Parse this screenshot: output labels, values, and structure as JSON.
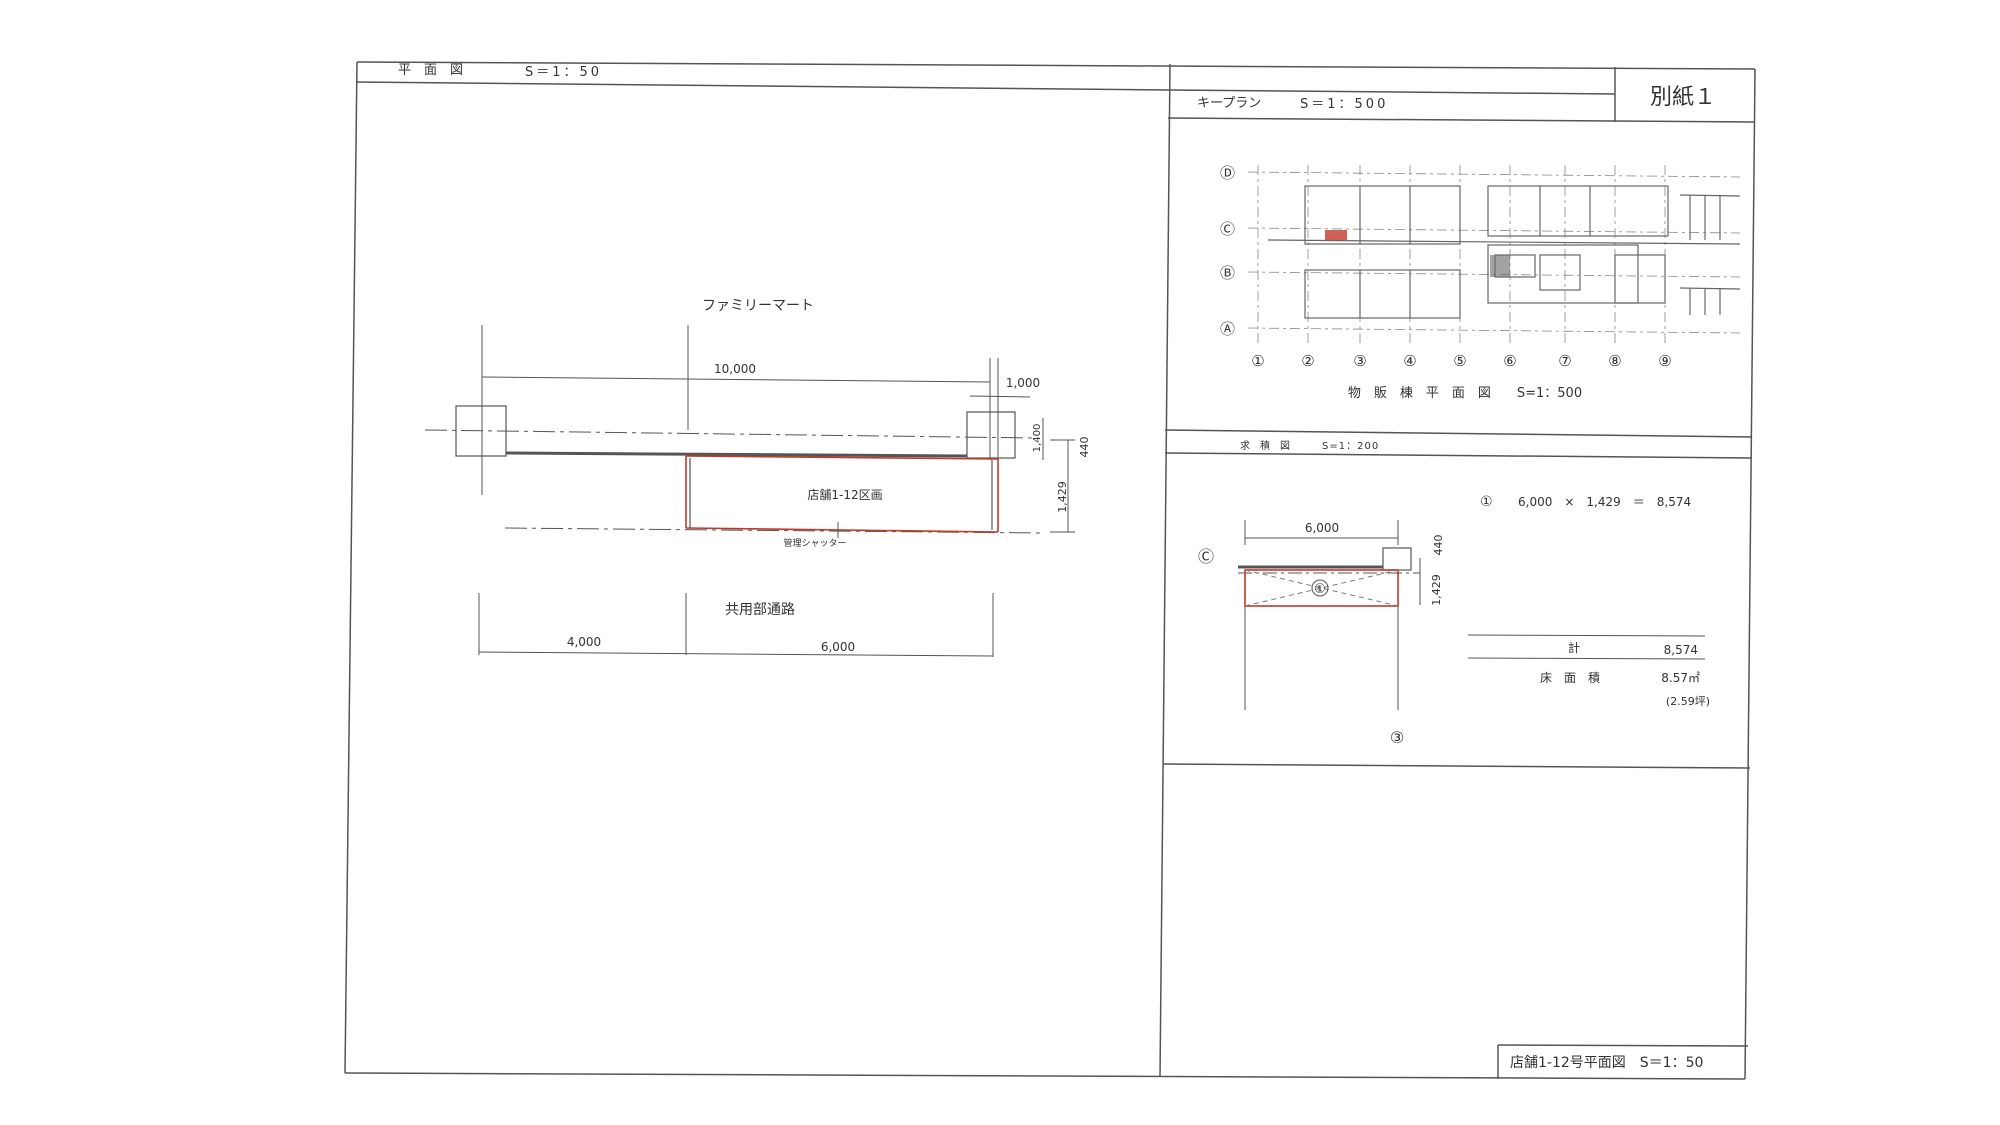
{
  "header": {
    "plan_title": "平　面　図",
    "plan_scale": "S＝1：50",
    "keyplan_title": "キープラン",
    "keyplan_scale": "S＝1：500",
    "attachment": "別紙１"
  },
  "plan": {
    "neighbor_label": "ファミリーマート",
    "unit_label": "店舗1-12区画",
    "shutter_label": "管理シャッター",
    "corridor_label": "共用部通路",
    "dims": {
      "total": "10,000",
      "right": "1,000",
      "small_vert": "1,400",
      "depth": "1,429",
      "height": "440",
      "left_bottom": "4,000",
      "unit_width": "6,000"
    }
  },
  "keyplan": {
    "row_markers": [
      "Ⓓ",
      "Ⓒ",
      "Ⓑ",
      "Ⓐ"
    ],
    "col_markers": [
      "①",
      "②",
      "③",
      "④",
      "⑤",
      "⑥",
      "⑦",
      "⑧",
      "⑨"
    ],
    "caption": "物　販　棟　平　面　図　　S=1：500"
  },
  "area_calc": {
    "title": "求　積　図",
    "scale": "S=1：200",
    "row_marker": "Ⓒ",
    "col_marker": "③",
    "dim_width": "6,000",
    "dim_height": "440",
    "dim_depth": "1,429",
    "formula_index": "①",
    "formula": "6,000　×　1,429　＝　8,574",
    "total_label": "計",
    "total_value": "8,574",
    "floor_area_label": "床　面　積",
    "floor_area_value": "8.57㎡",
    "floor_area_tsubo": "(2.59坪)"
  },
  "title_block": {
    "text": "店舗1-12号平面図　S＝1：50"
  }
}
